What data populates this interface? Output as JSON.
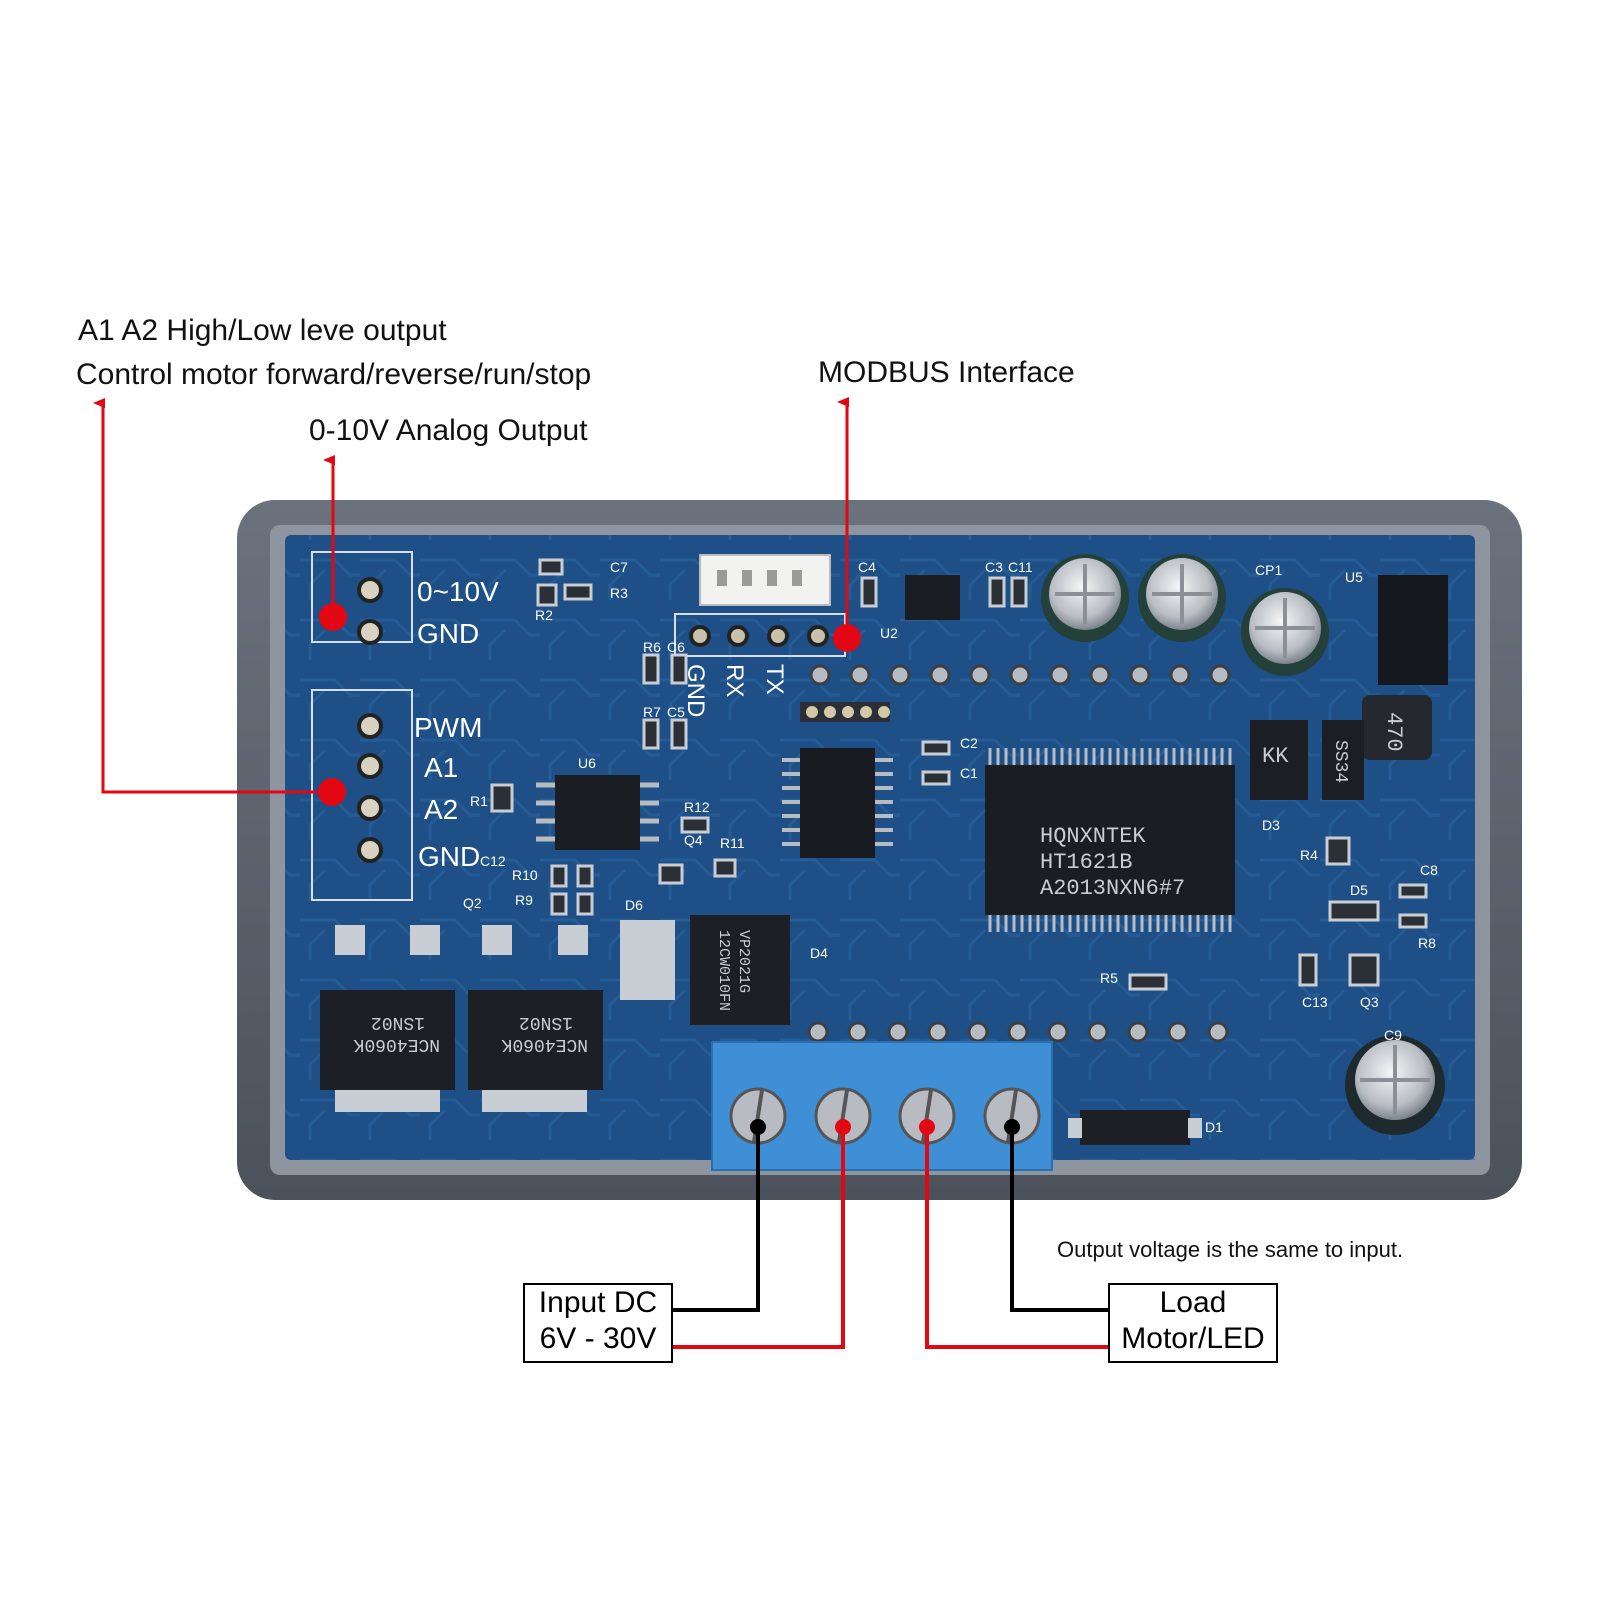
{
  "annotations": {
    "a1a2_line1": "A1 A2 High/Low leve output",
    "a1a2_line2": "Control motor forward/reverse/run/stop",
    "analog_output": "0-10V Analog Output",
    "modbus": "MODBUS Interface",
    "output_note": "Output voltage is the same to input."
  },
  "boxes": {
    "input_line1": "Input DC",
    "input_line2": "6V - 30V",
    "load_line1": "Load",
    "load_line2": "Motor/LED"
  },
  "board": {
    "pin_0_10v": "0~10V",
    "pin_gnd_top": "GND",
    "pin_pwm": "PWM",
    "pin_a1": "A1",
    "pin_a2": "A2",
    "pin_gnd_bottom": "GND",
    "header_gnd": "GND",
    "header_rx": "RX",
    "header_tx": "TX",
    "main_chip_line1": "HQNXNTEK",
    "main_chip_line2": "HT1621B",
    "main_chip_line3": "A2013NXN6#7",
    "mosfet_1_line1": "NCE4060K",
    "mosfet_1_line2": "1SN02",
    "mosfet_2_line1": "NCE4060K",
    "mosfet_2_line2": "1SN02",
    "regulator_line1": "12CW010FN",
    "regulator_line2": "VP2021G",
    "diode_kk": "KK",
    "diode_ss34": "SS34",
    "inductor": "470",
    "ref_c7": "C7",
    "ref_r2": "R2",
    "ref_r3": "R3",
    "ref_c4": "C4",
    "ref_u2": "U2",
    "ref_c3": "C3",
    "ref_c11": "C11",
    "ref_cp1": "CP1",
    "ref_u5": "U5",
    "ref_r6": "R6",
    "ref_c6": "C6",
    "ref_r7": "R7",
    "ref_c5": "C5",
    "ref_u6": "U6",
    "ref_r1": "R1",
    "ref_c12": "C12",
    "ref_r12": "R12",
    "ref_q4": "Q4",
    "ref_r11": "R11",
    "ref_r10": "R10",
    "ref_r9": "R9",
    "ref_q2": "Q2",
    "ref_d6": "D6",
    "ref_d4": "D4",
    "ref_c2": "C2",
    "ref_c1": "C1",
    "ref_d3": "D3",
    "ref_r4": "R4",
    "ref_c8": "C8",
    "ref_d5": "D5",
    "ref_r8": "R8",
    "ref_c13": "C13",
    "ref_q3": "Q3",
    "ref_r5": "R5",
    "ref_c9": "C9",
    "ref_d1": "D1"
  },
  "colors": {
    "pcb": "#1e4f86",
    "trace": "#2f6aa8",
    "case": "#5d6470",
    "terminal": "#3f8fd6",
    "arrow_red": "#e30613",
    "wire_black": "#000000",
    "wire_red": "#e30613"
  }
}
